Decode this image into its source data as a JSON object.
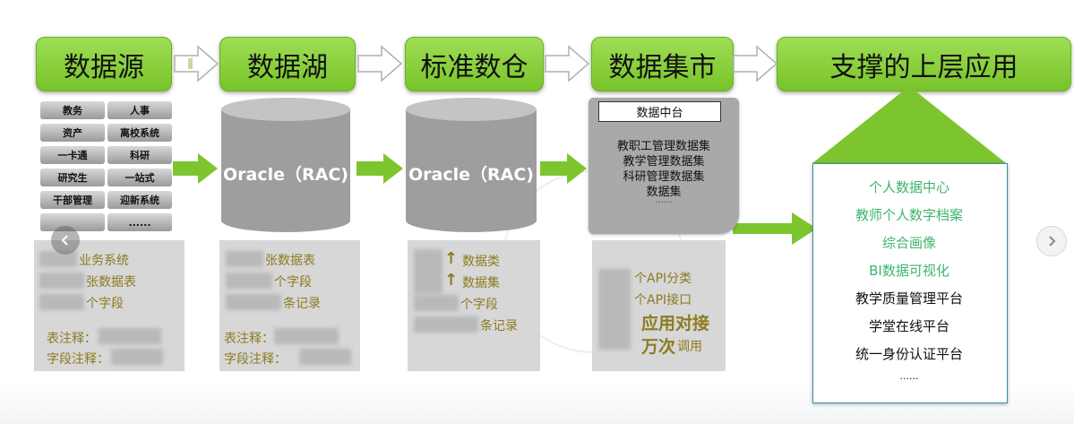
{
  "stages": [
    "数据源",
    "数据湖",
    "标准数仓",
    "数据集市",
    "支撑的上层应用"
  ],
  "source_systems": [
    "教务",
    "人事",
    "资产",
    "离校系统",
    "一卡通",
    "科研",
    "研究生",
    "一站式",
    "干部管理",
    "迎新系统",
    "",
    "......"
  ],
  "cylinder_label": "Oracle（RAC)",
  "source_info": {
    "line1": "业务系统",
    "line2": "张数据表",
    "line3": "个字段",
    "line4": "表注释：",
    "line5": "字段注释："
  },
  "lake_info": {
    "line1": "张数据表",
    "line2": "个字段",
    "line3": "条记录",
    "line4": "表注释：",
    "line5": "字段注释："
  },
  "warehouse_info": {
    "line1": "数据类",
    "line2": "数据集",
    "line3": "个字段",
    "line4": "条记录"
  },
  "mart": {
    "title": "数据中台",
    "datasets": [
      "教职工管理数据集",
      "教学管理数据集",
      "科研管理数据集",
      "数据集",
      "......"
    ],
    "info": {
      "line1": "个API分类",
      "line2": "个API接口",
      "line3": "应用对接",
      "line4_big": "万次",
      "line4_small": "调用"
    }
  },
  "applications": {
    "items": [
      "个人数据中心",
      "教师个人数字档案",
      "综合画像",
      "BI数据可视化",
      "教学质量管理平台",
      "学堂在线平台",
      "统一身份认证平台",
      "......"
    ],
    "highlight_color": "#3db46d",
    "normal_color": "#111111"
  },
  "colors": {
    "header_green": "#8fd14f",
    "arrow_green": "#7dc52e",
    "cylinder_gray": "#9e9e9e",
    "info_gold": "#8c7b20"
  },
  "nav": {
    "prev_icon": "chevron-left-icon",
    "next_icon": "chevron-right-icon"
  }
}
